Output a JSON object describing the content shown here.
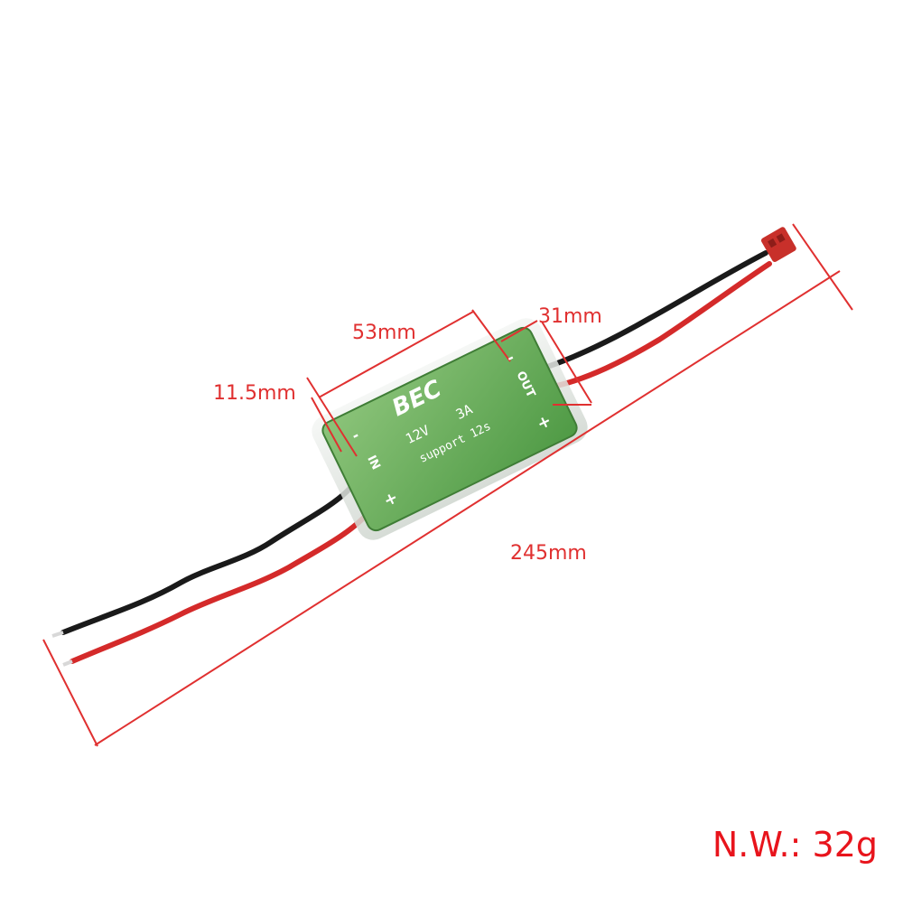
{
  "product": {
    "title": "BEC",
    "voltage": "12V",
    "current": "3A",
    "support": "support 12s",
    "in_label": "IN",
    "out_label": "OUT",
    "minus_sign": "-",
    "plus_sign": "+"
  },
  "dimensions": {
    "length_total": "245mm",
    "module_length": "53mm",
    "module_width": "31mm",
    "module_height": "11.5mm"
  },
  "weight": "N.W.: 32g",
  "colors": {
    "dimension_lines": "#e03030",
    "weight_text": "#e8141c",
    "board": "#6fae5a",
    "wire_red": "#d42a2a",
    "wire_black": "#1a1a1a",
    "connector": "#c8302a"
  }
}
